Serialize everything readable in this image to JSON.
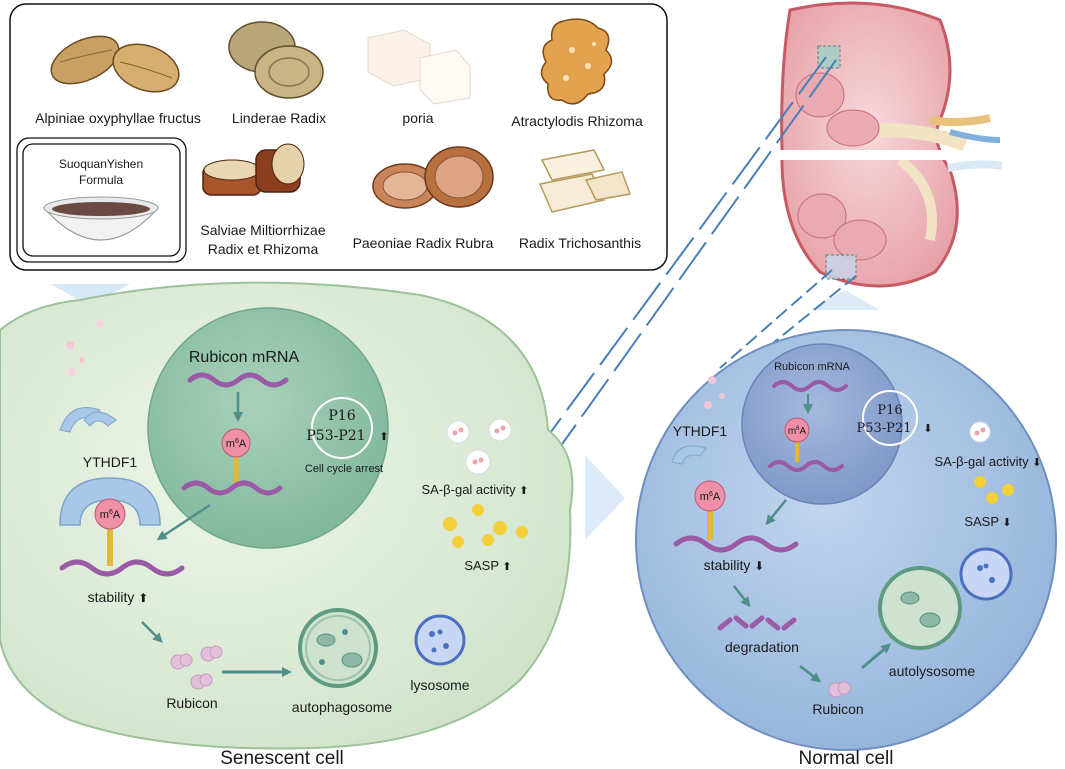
{
  "herbs": {
    "alpiniae": "Alpiniae oxyphyllae fructus",
    "linderae": "Linderae Radix",
    "poria": "poria",
    "atractylodis": "Atractylodis Rhizoma",
    "salviae_1": "Salviae Miltiorrhizae",
    "salviae_2": "Radix et Rhizoma",
    "paeoniae": "Paeoniae Radix Rubra",
    "trichosanthis": "Radix Trichosanthis"
  },
  "formula": {
    "line1": "SuoquanYishen",
    "line2": "Formula"
  },
  "senescent": {
    "title": "Senescent cell",
    "mrna": "Rubicon mRNA",
    "p16": "P16",
    "p53": "P53-P21",
    "up_arrow": "⬆",
    "cell_cycle": "Cell cycle arrest",
    "ythdf1": "YTHDF1",
    "stability": "stability",
    "sa_gal": "SA-β-gal activity",
    "sasp": "SASP",
    "rubicon": "Rubicon",
    "autophagosome": "autophagosome",
    "lysosome": "lysosome"
  },
  "normal": {
    "title": "Normal cell",
    "mrna": "Rubicon mRNA",
    "p16": "P16",
    "p53": "P53-P21",
    "down_arrow": "⬇",
    "ythdf1": "YTHDF1",
    "stability": "stability",
    "sa_gal": "SA-β-gal activity",
    "sasp": "SASP",
    "degradation": "degradation",
    "rubicon": "Rubicon",
    "autolysosome": "autolysosome"
  },
  "m6a": {
    "m": "m",
    "sup": "6",
    "a": "A"
  },
  "colors": {
    "senescent_fill": "#d9ead6",
    "nucleus_green": "#8fc3a9",
    "normal_fill": "#a9c3e2",
    "nucleus_blue": "#8ea6cf",
    "purple_rna": "#9a5aa6",
    "m6a_pink": "#ef8fa8",
    "ythdf1_blue": "#a9c8e8",
    "arrow_teal": "#4f8f8a",
    "sasp_yellow": "#f3cf3a"
  }
}
